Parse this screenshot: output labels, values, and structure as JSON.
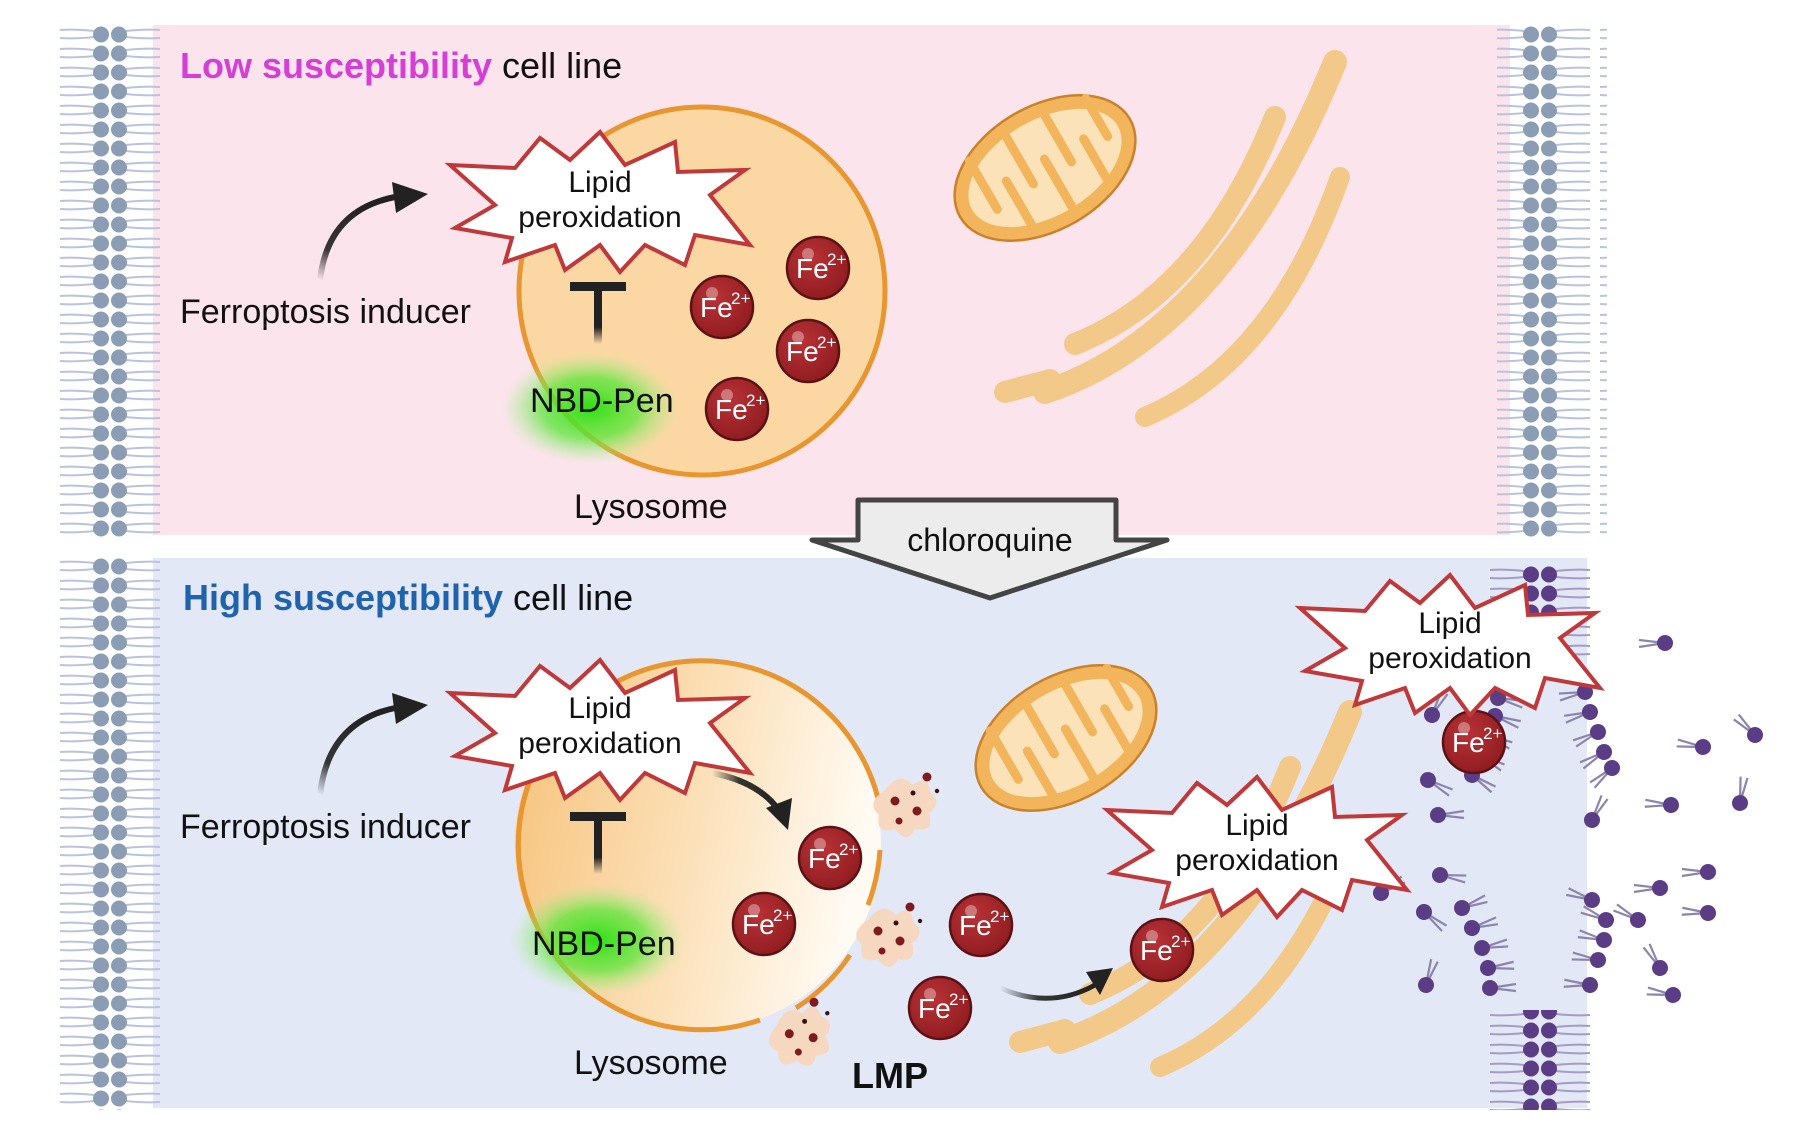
{
  "figure": {
    "title": "Lysosomal iron and lipid peroxidation in ferroptosis susceptibility"
  },
  "colors": {
    "low_accent": "#d63fd6",
    "high_accent": "#1f63ad",
    "top_panel_bg": "#fbe4ec",
    "bottom_panel_bg": "#e3e8f7",
    "lysosome_fill": "#fbd7a4",
    "lysosome_edge": "#e8962f",
    "fe_fill": "#a4262a",
    "starburst_edge": "#c0393a",
    "membrane_head_gray": "#8a9db5",
    "membrane_head_purple": "#5a3d85",
    "nbd_glow": "#33e01a",
    "er_fill": "#f3c98a",
    "mito_fill": "#f2b55c"
  },
  "top_panel": {
    "title_accent": "Low susceptibility",
    "title_rest": " cell line",
    "inducer_label": "Ferroptosis inducer",
    "burst_line1": "Lipid",
    "burst_line2": "peroxidation",
    "probe_label": "NBD-Pen",
    "organelle_label": "Lysosome",
    "fe_label": "Fe",
    "fe_charge": "2+",
    "fe_count_in_lysosome": 4
  },
  "transition": {
    "label": "chloroquine"
  },
  "bottom_panel": {
    "title_accent": "High susceptibility",
    "title_rest": " cell line",
    "inducer_label": "Ferroptosis inducer",
    "burst_line1": "Lipid",
    "burst_line2": "peroxidation",
    "probe_label": "NBD-Pen",
    "organelle_label": "Lysosome",
    "lmp_label": "LMP",
    "fe_label": "Fe",
    "fe_charge": "2+",
    "er_burst_line1": "Lipid",
    "er_burst_line2": "peroxidation",
    "membrane_burst_line1": "Lipid",
    "membrane_burst_line2": "peroxidation"
  }
}
